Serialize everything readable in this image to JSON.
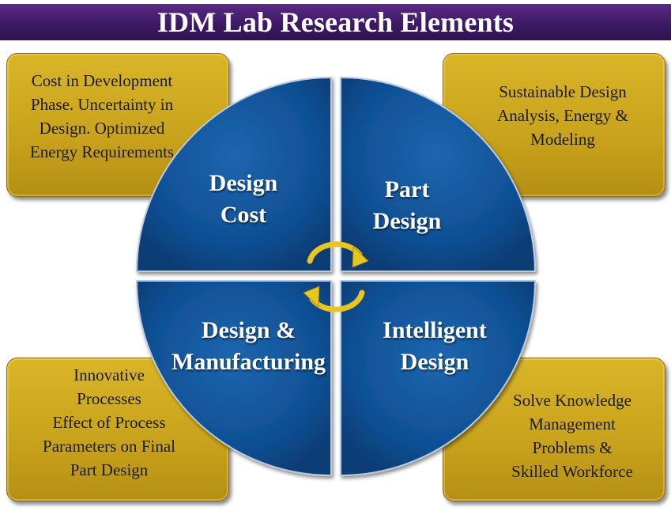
{
  "title": "IDM Lab Research Elements",
  "boxes": {
    "top_left": "Cost in Development\nPhase. Uncertainty in\nDesign. Optimized\nEnergy Requirements",
    "top_right": "Sustainable Design\nAnalysis, Energy &\nModeling",
    "bottom_left": "Innovative\nProcesses\nEffect of Process\nParameters on Final\nPart Design",
    "bottom_right": "Solve Knowledge\nManagement\nProblems &\nSkilled Workforce"
  },
  "quadrants": {
    "top_left": "Design\nCost",
    "top_right": "Part\nDesign",
    "bottom_left": "Design &\nManufacturing",
    "bottom_right": "Intelligent\nDesign"
  },
  "colors": {
    "title_bar": "#3e1a66",
    "quadrant_fill": "#0f4f93",
    "box_fill": "#c8a21b",
    "arrow": "#e8c51f"
  },
  "icons": [
    "cycle-arrows-icon"
  ]
}
